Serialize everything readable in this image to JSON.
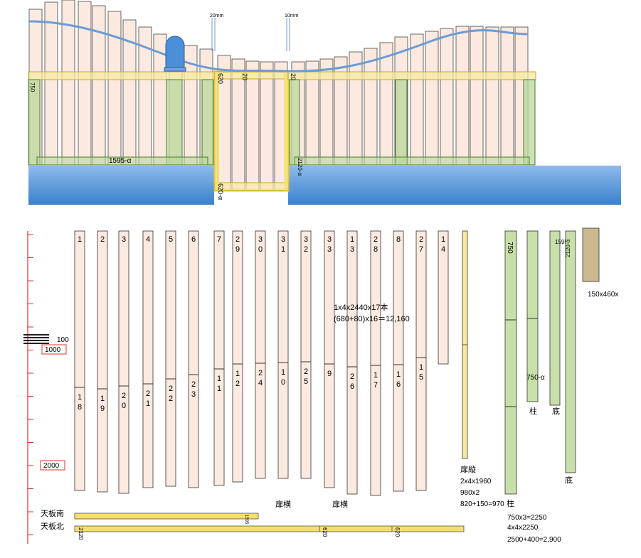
{
  "colors": {
    "board_fill": "#fce9df",
    "yellow_fill": "#f5eaa0",
    "yellow_dark": "#e8c63a",
    "green_fill": "#c7dfa9",
    "green_stroke": "#4b7d2e",
    "water_top": "#86b4e8",
    "water_bottom": "#3a82cf",
    "curve": "#6b9bd6",
    "ruler": "#e0302a",
    "tan": "#cbb790",
    "dome": "#4a8fd8"
  },
  "icons": {
    "dome": "dome-icon"
  },
  "fence": {
    "left_height_label": "750",
    "left_bottom_label": "1595-α",
    "gate_top_label_left": "620",
    "gate_top_label_right": "20",
    "gate_bottom_label": "620-α",
    "right_top_label": "20",
    "right_bottom_label": "2120-α",
    "pipe_label_left": "20mm",
    "pipe_label_right": "10mm"
  },
  "ruler": {
    "label_100": "100",
    "label_1000": "1000",
    "label_2000": "2000"
  },
  "boards": [
    {
      "top": "1",
      "bottom": "18"
    },
    {
      "top": "2",
      "bottom": "19"
    },
    {
      "top": "3",
      "bottom": "20"
    },
    {
      "top": "4",
      "bottom": "21"
    },
    {
      "top": "5",
      "bottom": "22"
    },
    {
      "top": "6",
      "bottom": "23"
    },
    {
      "top": "7",
      "bottom": "11"
    },
    {
      "top": "29",
      "bottom": "12"
    },
    {
      "top": "30",
      "bottom": "24"
    },
    {
      "top": "31",
      "bottom": "10"
    },
    {
      "top": "32",
      "bottom": "25"
    },
    {
      "top": "33",
      "bottom": "9"
    },
    {
      "top": "13",
      "bottom": "26"
    },
    {
      "top": "28",
      "bottom": "17"
    },
    {
      "top": "8",
      "bottom": "16"
    },
    {
      "top": "27",
      "bottom": "15"
    },
    {
      "top": "14",
      "bottom": ""
    }
  ],
  "labels": {
    "board_spec": "1x4x2440x17本",
    "board_calc": "(680+80)x16＝12,160",
    "door_horizontal_1": "扉横",
    "door_horizontal_2": "扉横",
    "door_vertical": "扉縦",
    "door_vertical_spec": "2x4x1960",
    "door_vertical_half": "980x2",
    "door_vertical_calc": "820+150=970",
    "pillar_1": "柱",
    "pillar_2": "柱",
    "post_750": "750",
    "post_750_alpha": "750-α",
    "bottom_1": "底",
    "bottom_2": "底",
    "bottom_label_a": "1595-α",
    "bottom_label_b": "2120-α",
    "tan_spec": "150x460x",
    "post_calc_1": "750x3=2250",
    "post_calc_2": "4x4x2250",
    "post_calc_3": "2500+400=2,900",
    "top_south": "天板南",
    "top_north": "天板北",
    "top_south_end": "1595",
    "top_north_a": "2120",
    "top_north_b": "620",
    "top_north_c": "620"
  }
}
